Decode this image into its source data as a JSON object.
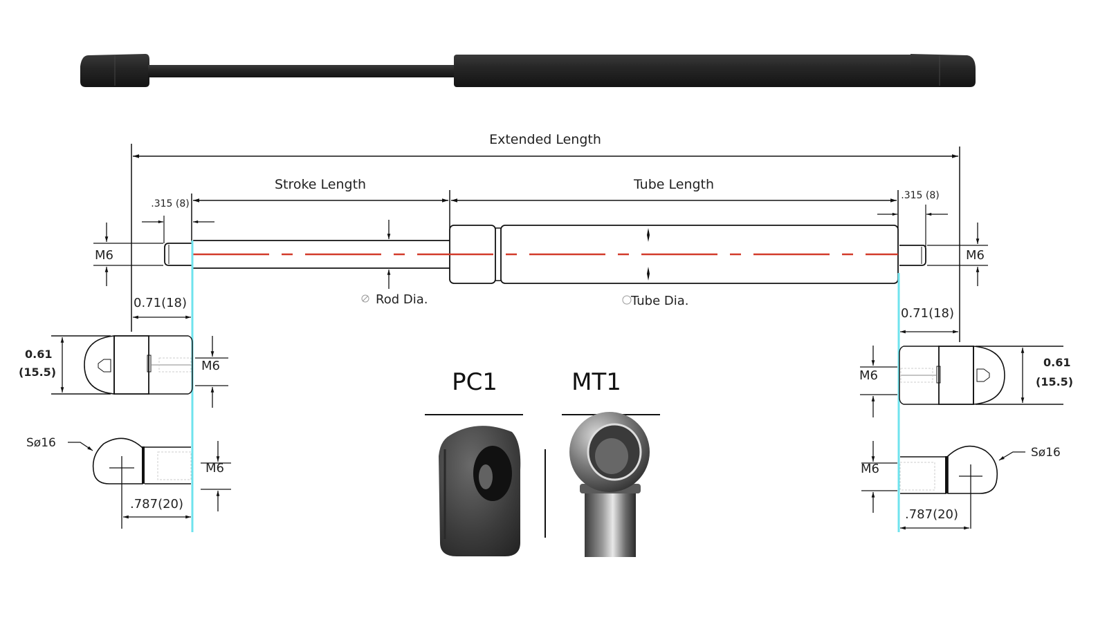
{
  "colors": {
    "line": "#111111",
    "centerline": "#d23a2a",
    "reference": "#6fe3ee",
    "spring_body": "#232323"
  },
  "labels": {
    "extended_length": "Extended Length",
    "stroke_length": "Stroke Length",
    "tube_length": "Tube Length",
    "rod_dia": "Rod Dia.",
    "tube_dia": "Tube Dia.",
    "thread_offset_left": ".315 (8)",
    "thread_offset_right": ".315 (8)",
    "thread_left": "M6",
    "thread_right": "M6"
  },
  "left_fittings": {
    "offset": "0.71(18)",
    "height_in": "0.61",
    "height_mm": "(15.5)",
    "thread_top": "M6",
    "ball_dia": "Sø16",
    "thread_bottom": "M6",
    "ball_len": ".787(20)"
  },
  "right_fittings": {
    "offset": "0.71(18)",
    "height_in": "0.61",
    "height_mm": "(15.5)",
    "thread_top": "M6",
    "ball_dia": "Sø16",
    "thread_bottom": "M6",
    "ball_len": ".787(20)"
  },
  "options": [
    {
      "code": "PC1",
      "description": "plastic-eyelet-end-fitting"
    },
    {
      "code": "MT1",
      "description": "metal-ball-socket-end-fitting"
    }
  ]
}
